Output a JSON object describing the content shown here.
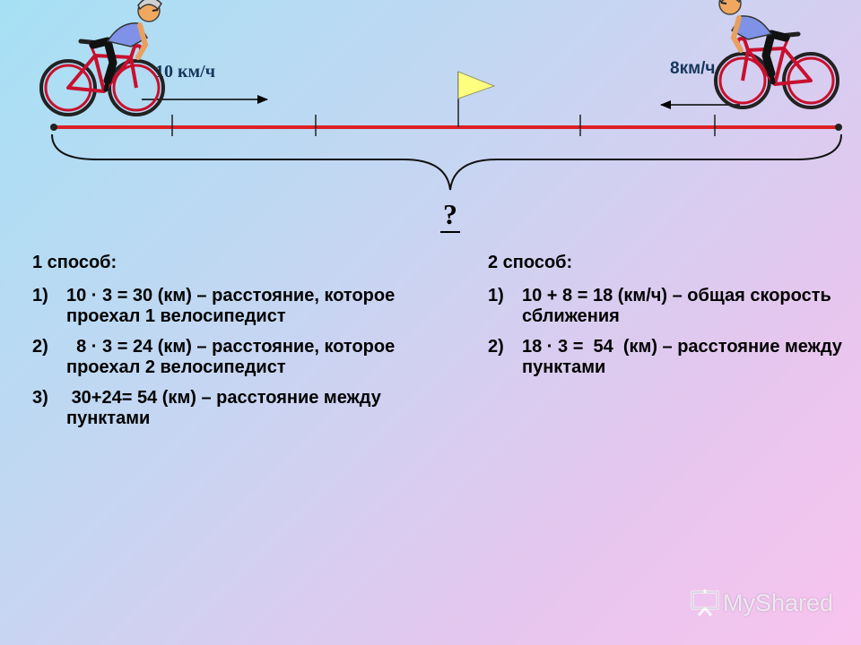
{
  "diagram": {
    "left_speed": "10 км/ч",
    "right_speed": "8км/ч",
    "unknown_distance": "?",
    "line_color": "#dd1f26",
    "bike_color": "#c8102e",
    "jersey_color": "#7f92e8"
  },
  "method1": {
    "title": "1 способ:",
    "steps": [
      {
        "num": "1)",
        "text": "10 · 3 = 30 (км) – расстояние, которое проехал 1 велосипедист"
      },
      {
        "num": "2)",
        "text": "  8 · 3 = 24 (км) – расстояние, которое проехал 2 велосипедист"
      },
      {
        "num": "3)",
        "text": " 30+24= 54 (км) – расстояние между пунктами"
      }
    ]
  },
  "method2": {
    "title": "2 способ:",
    "steps": [
      {
        "num": "1)",
        "text": "10 + 8 = 18 (км/ч) – общая скорость сближения"
      },
      {
        "num": "2)",
        "text": "18 · 3 =  54  (км) – расстояние между пунктами"
      }
    ]
  },
  "watermark": {
    "text": "MyShared"
  }
}
